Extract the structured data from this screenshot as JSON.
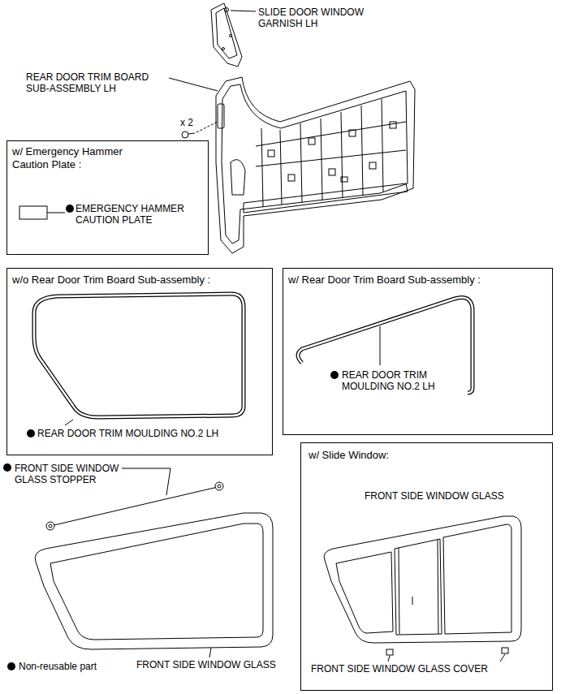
{
  "diagram": {
    "nodes": [
      {
        "text": [
          "w/ Emergency Hammer Caution Plate :",
          "EMERGENCY HAMMER CAUTION PLATE"
        ]
      },
      {
        "text": [
          "w/o Rear Door Trim Board Sub-assembly :",
          "REAR DOOR TRIM MOULDING NO.2 LH"
        ]
      },
      {
        "text": [
          "w/ Rear Door Trim Board Sub-assembly :",
          "REAR DOOR TRIM MOULDING NO.2 LH"
        ]
      },
      {
        "text": [
          "w/ Slide Window:",
          "FRONT SIDE WINDOW GLASS",
          "FRONT SIDE WINDOW GLASS COVER"
        ]
      }
    ],
    "labels": [
      "SLIDE DOOR WINDOW GARNISH LH",
      "REAR DOOR TRIM BOARD SUB-ASSEMBLY LH",
      "x 2",
      "FRONT SIDE WINDOW GLASS STOPPER",
      "FRONT SIDE WINDOW GLASS"
    ],
    "legend": [
      {
        "text": "Non-reusable part"
      }
    ]
  }
}
